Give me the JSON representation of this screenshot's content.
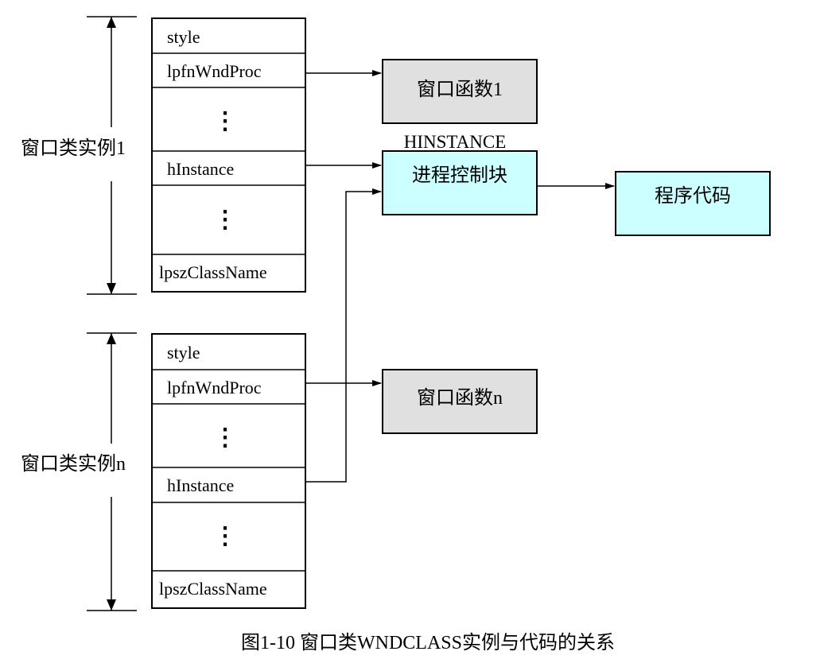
{
  "instances": [
    {
      "label": "窗口类实例1",
      "fields": [
        "style",
        "lpfnWndProc",
        "⋮",
        "hInstance",
        "⋮",
        "lpszClassName"
      ]
    },
    {
      "label": "窗口类实例n",
      "fields": [
        "style",
        "lpfnWndProc",
        "⋮",
        "hInstance",
        "⋮",
        "lpszClassName"
      ]
    }
  ],
  "boxes": {
    "wndproc1": "窗口函数1",
    "pcb": "进程控制块",
    "pcb_label": "HINSTANCE",
    "code": "程序代码",
    "wndprocn": "窗口函数n"
  },
  "colors": {
    "gray_box": "#e0e0e0",
    "cyan_box": "#ccffff",
    "stroke": "#000000"
  },
  "caption": "图1-10 窗口类WNDCLASS实例与代码的关系"
}
